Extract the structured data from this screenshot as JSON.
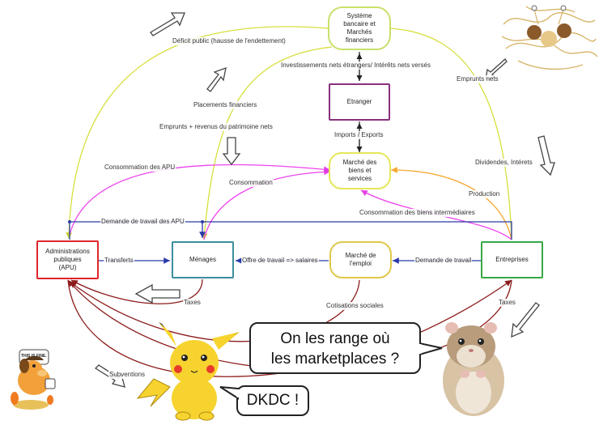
{
  "nodes": {
    "systeme_bancaire": {
      "lines": [
        "Système",
        "bancaire et",
        "Marchés",
        "financiers"
      ],
      "color": "#c8e06a"
    },
    "etranger": {
      "label": "Etranger",
      "color": "#8a2f7e"
    },
    "marche_biens": {
      "lines": [
        "Marché des",
        "biens et",
        "services"
      ],
      "color": "#e5e85a"
    },
    "apu": {
      "lines": [
        "Administrations",
        "publiques",
        "(APU)"
      ],
      "color": "#e0262b"
    },
    "menages": {
      "label": "Ménages",
      "color": "#3c8e9c"
    },
    "marche_emploi": {
      "lines": [
        "Marché de",
        "l'emploi"
      ],
      "color": "#e0c84a"
    },
    "entreprises": {
      "label": "Entreprises",
      "color": "#37a848"
    }
  },
  "flows": {
    "deficit_public": "Déficit public (hausse de l'endettement)",
    "investissements": "Investissements nets étrangers/ Intérêts nets versés",
    "emprunts_nets": "Emprunts nets",
    "placements": "Placements financiers",
    "emprunts_revenus": "Emprunts + revenus du patrimoine nets",
    "imports_exports": "Imports / Exports",
    "dividendes": "Dividendes, Intérets",
    "conso_apu": "Consommation des APU",
    "consommation": "Consommation",
    "production": "Production",
    "conso_biens_inter": "Consommation des biens intermédiaires",
    "demande_travail_apu": "Demande de travail des APU",
    "transferts": "Transferts",
    "offre_travail": "Offre de travail => salaires",
    "demande_travail": "Demande de travail",
    "taxes_1": "Taxes",
    "cotisations": "Cotisations sociales",
    "taxes_2": "Taxes",
    "subventions": "Subventions"
  },
  "overlays": {
    "bubble_main": [
      "On les range où",
      "les marketplaces ?"
    ],
    "bubble_dkdc": "DKDC !",
    "dog_sign": "THIS IS FINE."
  },
  "colors": {
    "yellow": "#d7df3c",
    "magenta": "#ee44ee",
    "orange": "#f5a830",
    "blue": "#2a3aa8",
    "darkred": "#8c1b1b",
    "black": "#222222"
  }
}
